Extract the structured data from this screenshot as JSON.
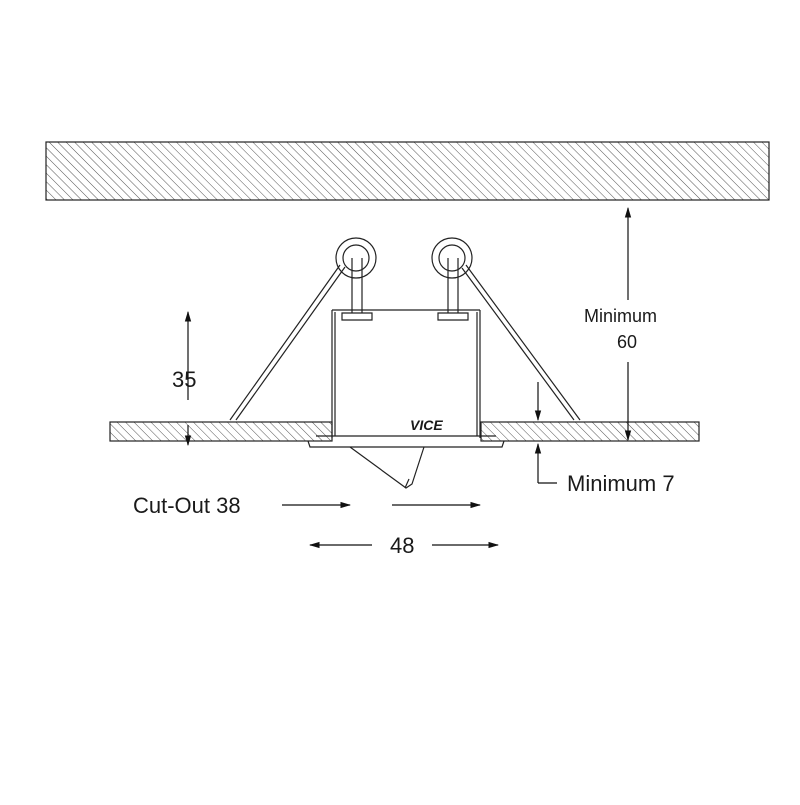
{
  "diagram": {
    "dimensions": {
      "height_35": "35",
      "minimum_label": "Minimum",
      "minimum_value": "60",
      "thickness_7": "Minimum 7",
      "cutout": "Cut-Out 38",
      "width_48": "48"
    },
    "brand": "VICE",
    "colors": {
      "line": "#222222",
      "hatch": "#555555",
      "background": "#ffffff"
    }
  }
}
